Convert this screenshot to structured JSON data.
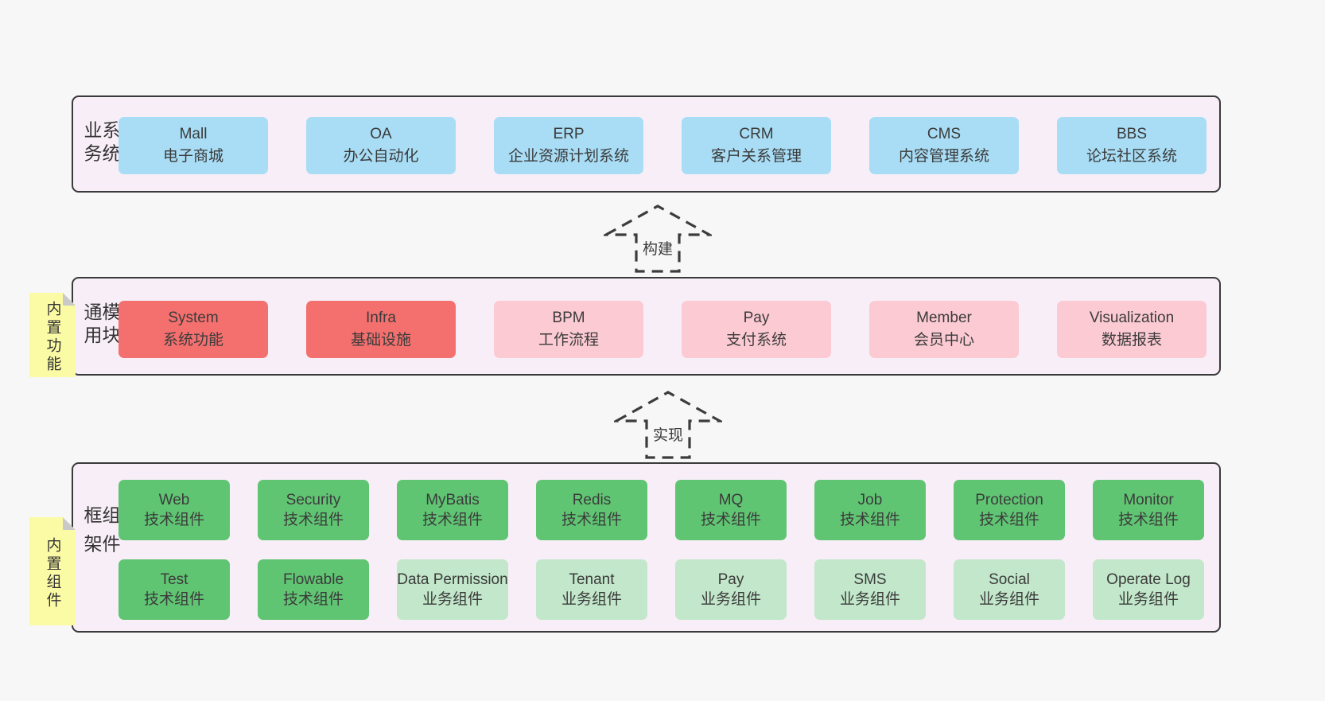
{
  "colors": {
    "page_bg": "#f7f7f7",
    "panel_bg": "#f8eef7",
    "panel_border": "#3a3a3a",
    "blue_box": "#a8ddf5",
    "red_box": "#f4706e",
    "pink_box": "#fccad3",
    "green_dark_box": "#60c573",
    "green_light_box": "#c2e7ca",
    "note_bg": "#fbfba6",
    "note_fold": "#c9c9c9",
    "text": "#3b3b3b"
  },
  "arrows": {
    "build": "构建",
    "implement": "实现"
  },
  "sections": {
    "business": {
      "label": "业务系统",
      "boxes": [
        {
          "name": "Mall",
          "desc": "电子商城"
        },
        {
          "name": "OA",
          "desc": "办公自动化"
        },
        {
          "name": "ERP",
          "desc": "企业资源计划系统"
        },
        {
          "name": "CRM",
          "desc": "客户关系管理"
        },
        {
          "name": "CMS",
          "desc": "内容管理系统"
        },
        {
          "name": "BBS",
          "desc": "论坛社区系统"
        }
      ]
    },
    "modules": {
      "label": "通用模块",
      "note": "内置功能",
      "boxes": [
        {
          "name": "System",
          "desc": "系统功能",
          "variant": "red"
        },
        {
          "name": "Infra",
          "desc": "基础设施",
          "variant": "red"
        },
        {
          "name": "BPM",
          "desc": "工作流程",
          "variant": "pink"
        },
        {
          "name": "Pay",
          "desc": "支付系统",
          "variant": "pink"
        },
        {
          "name": "Member",
          "desc": "会员中心",
          "variant": "pink"
        },
        {
          "name": "Visualization",
          "desc": "数据报表",
          "variant": "pink"
        }
      ]
    },
    "components": {
      "label": "框架组件",
      "note": "内置组件",
      "row1": [
        {
          "name": "Web",
          "desc": "技术组件"
        },
        {
          "name": "Security",
          "desc": "技术组件"
        },
        {
          "name": "MyBatis",
          "desc": "技术组件"
        },
        {
          "name": "Redis",
          "desc": "技术组件"
        },
        {
          "name": "MQ",
          "desc": "技术组件"
        },
        {
          "name": "Job",
          "desc": "技术组件"
        },
        {
          "name": "Protection",
          "desc": "技术组件"
        },
        {
          "name": "Monitor",
          "desc": "技术组件"
        }
      ],
      "row2": [
        {
          "name": "Test",
          "desc": "技术组件",
          "variant": "dark"
        },
        {
          "name": "Flowable",
          "desc": "技术组件",
          "variant": "dark"
        },
        {
          "name": "Data Permission",
          "desc": "业务组件",
          "variant": "light"
        },
        {
          "name": "Tenant",
          "desc": "业务组件",
          "variant": "light"
        },
        {
          "name": "Pay",
          "desc": "业务组件",
          "variant": "light"
        },
        {
          "name": "SMS",
          "desc": "业务组件",
          "variant": "light"
        },
        {
          "name": "Social",
          "desc": "业务组件",
          "variant": "light"
        },
        {
          "name": "Operate Log",
          "desc": "业务组件",
          "variant": "light"
        }
      ]
    }
  }
}
